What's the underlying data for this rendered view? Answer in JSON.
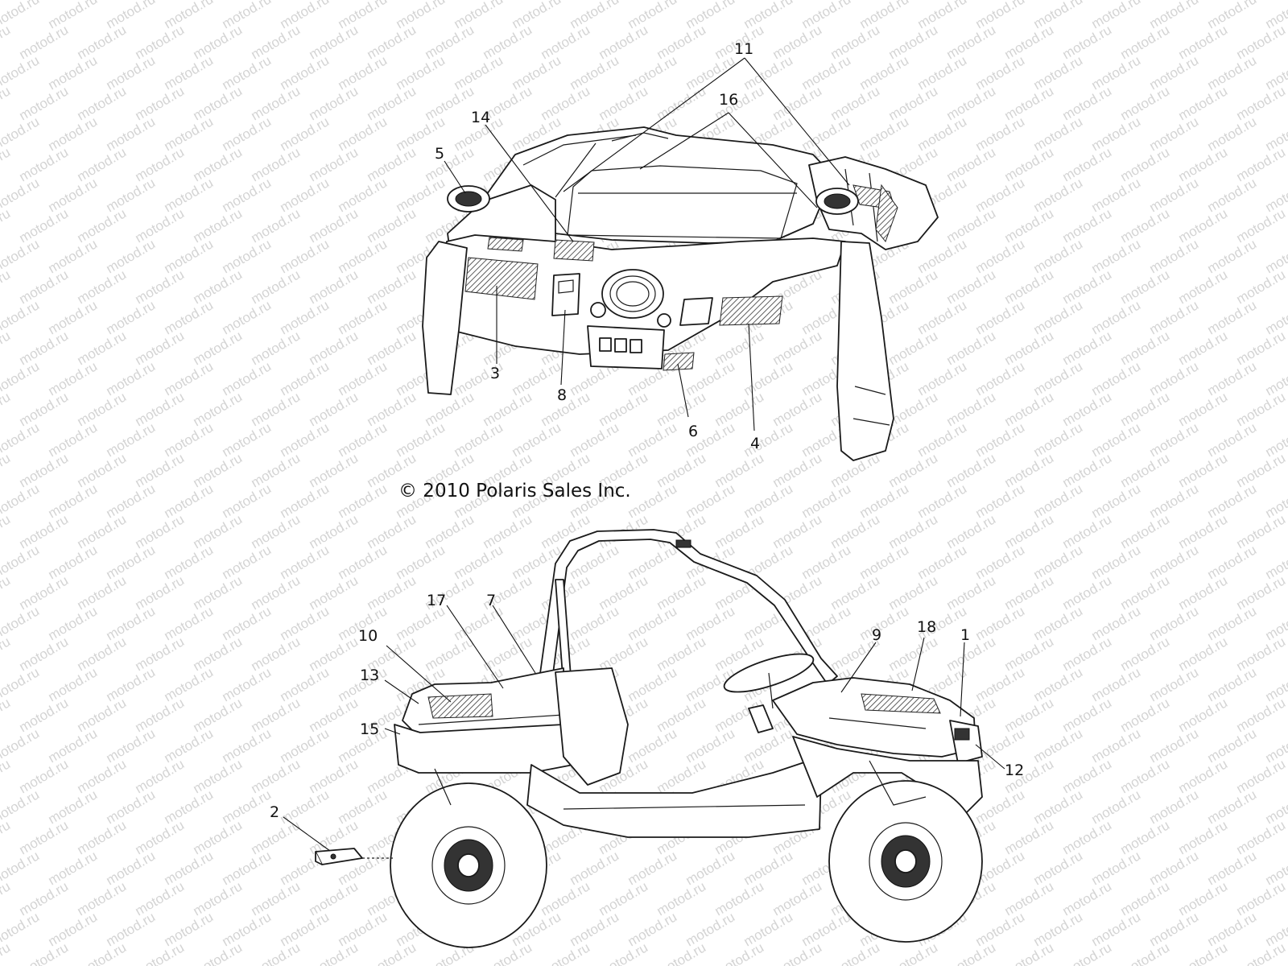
{
  "watermark": {
    "text": "motod.ru"
  },
  "copyright": "© 2010 Polaris Sales Inc.",
  "callouts": {
    "dash": [
      "11",
      "16",
      "14",
      "5",
      "3",
      "8",
      "6",
      "4"
    ],
    "vehicle": [
      "17",
      "7",
      "10",
      "13",
      "15",
      "9",
      "18",
      "1",
      "12",
      "2"
    ]
  }
}
